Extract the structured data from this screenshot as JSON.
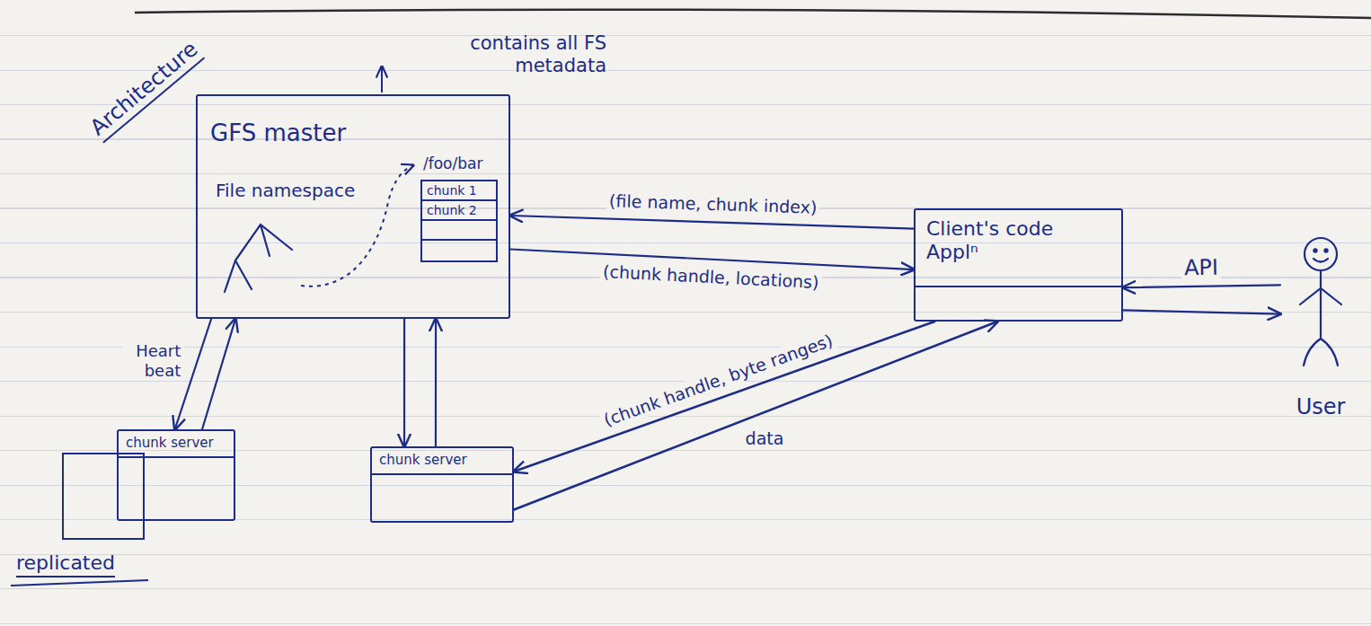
{
  "diagram": {
    "nodes": [
      {
        "text": [
          "GFS master",
          "File namespace"
        ]
      },
      {
        "text": [
          "/foo/bar",
          "chunk 1",
          "chunk 2"
        ],
        "in": 0
      },
      {
        "text": [
          "Client's code Applⁿ"
        ]
      },
      {
        "text": [
          "chunk server"
        ]
      },
      {
        "text": [
          "chunk server"
        ]
      },
      {
        "text": [
          "User"
        ]
      }
    ],
    "edges": [
      {
        "from": 2,
        "to": 0,
        "label": "(file name, chunk index)",
        "arrow": "to"
      },
      {
        "from": 0,
        "to": 2,
        "label": "(chunk handle, locations)",
        "arrow": "to"
      },
      {
        "from": 5,
        "to": 2,
        "label": "API",
        "arrow": "to"
      },
      {
        "from": 2,
        "to": 5,
        "arrow": "to"
      },
      {
        "from": 3,
        "to": 0,
        "arrow": "to"
      },
      {
        "from": 0,
        "to": 3,
        "label": "Heart beat",
        "arrow": "to"
      },
      {
        "from": 0,
        "to": 4,
        "arrow": "to"
      },
      {
        "from": 4,
        "to": 0,
        "arrow": "to"
      },
      {
        "from": 2,
        "to": 4,
        "label": "(chunk handle, byte ranges)",
        "arrow": "to"
      },
      {
        "from": 4,
        "to": 2,
        "label": "data",
        "arrow": "to"
      }
    ],
    "labels": [
      "Architecture",
      "contains all FS metadata",
      "replicated"
    ]
  }
}
